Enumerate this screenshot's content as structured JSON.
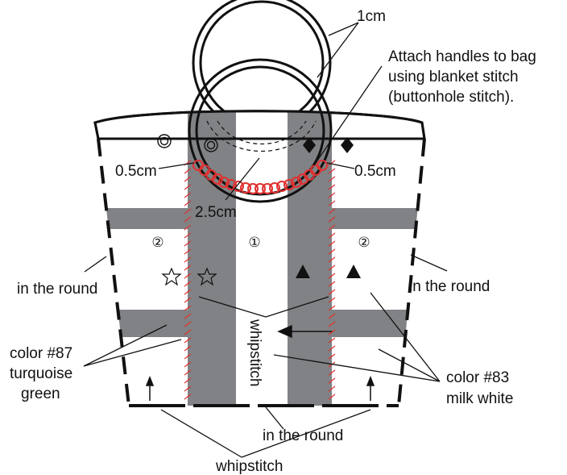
{
  "colors": {
    "ink": "#111111",
    "turquoise_green": "#808285",
    "milk_white": "#ffffff",
    "stitch": "#e03131"
  },
  "labels": {
    "handle_width": "1cm",
    "attach_note": [
      "Attach handles to bag",
      "using blanket stitch",
      "(buttonhole stitch)."
    ],
    "margin_left": "0.5cm",
    "margin_right": "0.5cm",
    "handle_span": "2.5cm",
    "in_round_left": "in the round",
    "in_round_right": "in the round",
    "in_round_bottom": "in the round",
    "whipstitch_center": "whipstitch",
    "whipstitch_bottom": "whipstitch",
    "color_87": [
      "color #87",
      "turquoise",
      "green"
    ],
    "color_83": [
      "color #83",
      "milk white"
    ],
    "panel_center": "①",
    "panel_left": "②",
    "panel_right": "②"
  },
  "icons": [
    "double-circle-icon",
    "diamond-icon",
    "star-outline-icon",
    "triangle-icon",
    "arrow-up-icon",
    "arrow-left-icon"
  ]
}
